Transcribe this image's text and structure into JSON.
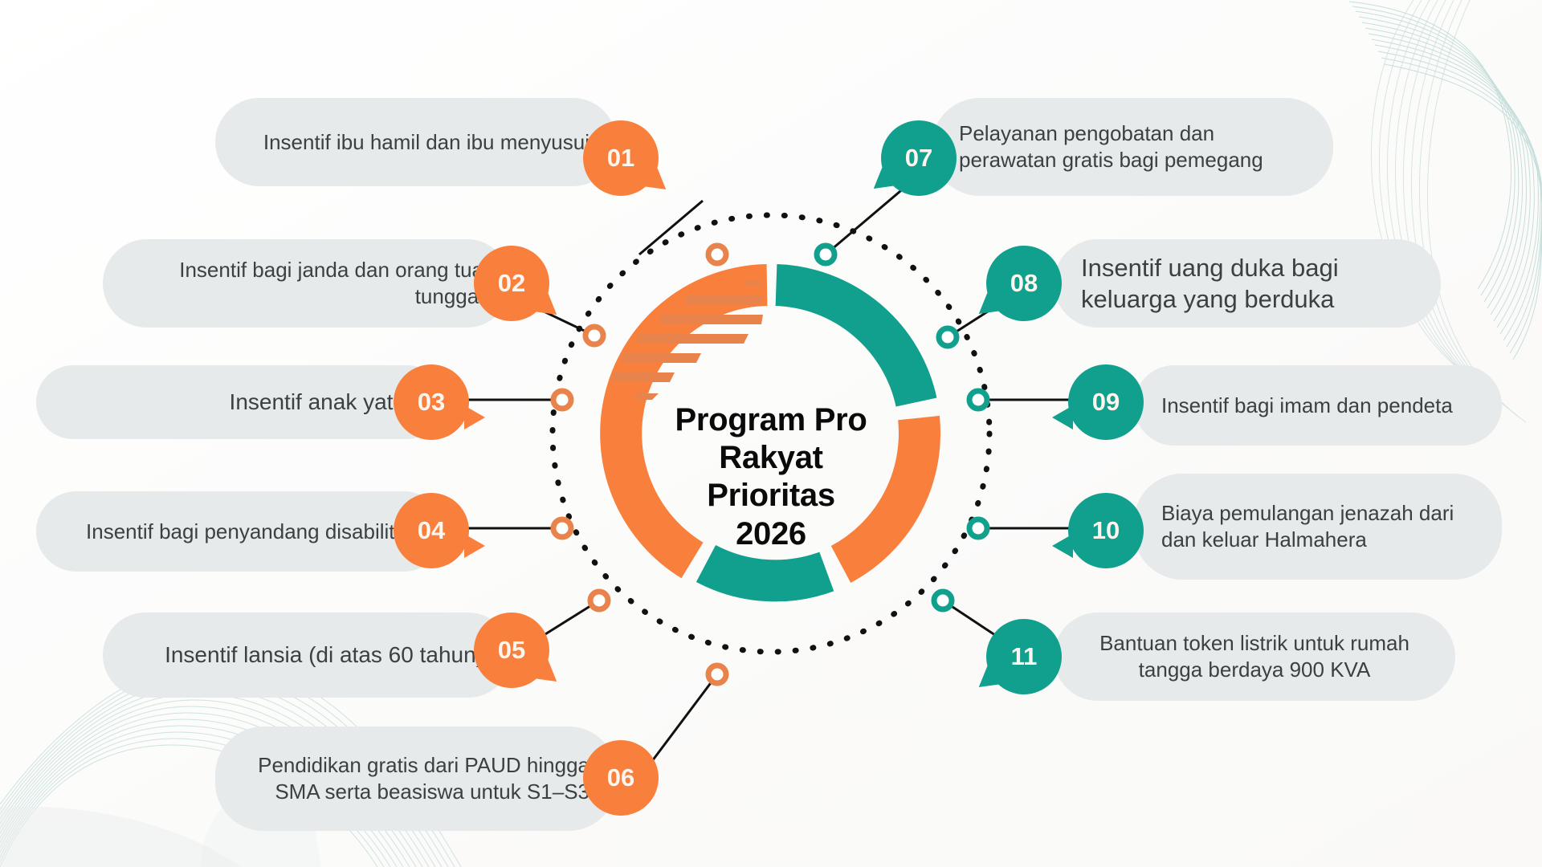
{
  "center": {
    "title_lines": [
      "Program Pro",
      "Rakyat",
      "Prioritas",
      "2026"
    ],
    "full_title": "Program Pro Rakyat Prioritas 2026"
  },
  "colors": {
    "orange": "#f97f3c",
    "teal": "#10a08d",
    "pill_bg": "#e6eaea",
    "pill_text": "#3b4043",
    "number_text": "#fdf6ef",
    "background": "#fbfbfa",
    "dotted_ring": "#111111",
    "connector_line": "#111111"
  },
  "items": [
    {
      "number": "01",
      "side": "left",
      "accent": "orange",
      "text": "Insentif ibu hamil dan ibu menyusui"
    },
    {
      "number": "02",
      "side": "left",
      "accent": "orange",
      "text": "Insentif bagi janda dan orang tua tunggal"
    },
    {
      "number": "03",
      "side": "left",
      "accent": "orange",
      "text": "Insentif anak yatim"
    },
    {
      "number": "04",
      "side": "left",
      "accent": "orange",
      "text": "Insentif bagi penyandang disabilitas"
    },
    {
      "number": "05",
      "side": "left",
      "accent": "orange",
      "text": "Insentif lansia (di atas 60 tahun)"
    },
    {
      "number": "06",
      "side": "left",
      "accent": "orange",
      "text": "Pendidikan gratis dari PAUD hingga SMA serta beasiswa untuk S1–S3"
    },
    {
      "number": "07",
      "side": "right",
      "accent": "teal",
      "text": "Pelayanan pengobatan dan perawatan gratis bagi pemegang"
    },
    {
      "number": "08",
      "side": "right",
      "accent": "teal",
      "text": "Insentif uang duka bagi keluarga yang berduka"
    },
    {
      "number": "09",
      "side": "right",
      "accent": "teal",
      "text": "Insentif bagi imam dan pendeta"
    },
    {
      "number": "10",
      "side": "right",
      "accent": "teal",
      "text": "Biaya pemulangan jenazah dari dan keluar Halmahera"
    },
    {
      "number": "11",
      "side": "right",
      "accent": "teal",
      "text": "Bantuan token listrik untuk rumah tangga berdaya 900 KVA"
    }
  ]
}
